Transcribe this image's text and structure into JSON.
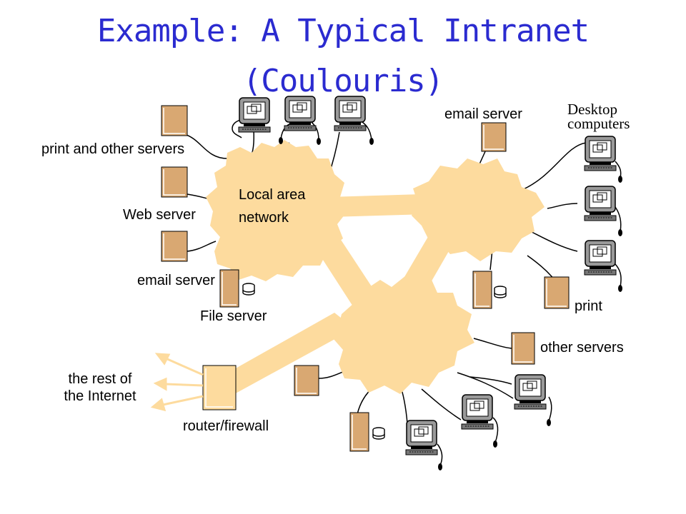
{
  "title": {
    "line1": "Example: A Typical Intranet",
    "line2": "(Coulouris)"
  },
  "labels": {
    "print_other_servers": "print and other servers",
    "web_server": "Web server",
    "email_server_left": "email server",
    "file_server": "File server",
    "lan_line1": "Local area",
    "lan_line2": "network",
    "rest_line1": "the rest of",
    "rest_line2": "the Internet",
    "router_firewall": "router/firewall",
    "email_server_right": "email server",
    "desktop_line1": "Desktop",
    "desktop_line2": "computers",
    "print": "print",
    "other_servers": "other servers"
  },
  "colors": {
    "title": "#2b2bd0",
    "network_fill": "#fddb9e",
    "server_fill": "#d9a872",
    "monitor_case": "#9a9a9a",
    "monitor_screen": "#ffffff",
    "line": "#000000"
  }
}
